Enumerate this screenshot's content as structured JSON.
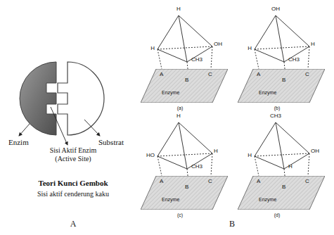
{
  "diagram": {
    "nodes": [
      {
        "text": [
          "A",
          "B",
          "C",
          "Enzyme"
        ]
      },
      {
        "text": [
          "A",
          "B",
          "C",
          "Enzyme"
        ]
      },
      {
        "text": [
          "A",
          "B",
          "C",
          "Enzyme"
        ]
      },
      {
        "text": [
          "A",
          "B",
          "C",
          "Enzyme"
        ]
      }
    ],
    "labels": [
      "Enzim",
      "Sisi Aktif Enzim (Active Site)",
      "Substrat",
      "Teori Kunci Gembok",
      "Sisi aktif cenderung kaku",
      "A",
      "H",
      "H",
      "OH",
      "CH3",
      "(a)",
      "OH",
      "H",
      "H",
      "CH3",
      "(b)",
      "H",
      "HO",
      "H",
      "CH3",
      "(c)",
      "CH3",
      "H",
      "OH",
      "H",
      "(d)",
      "B"
    ]
  }
}
